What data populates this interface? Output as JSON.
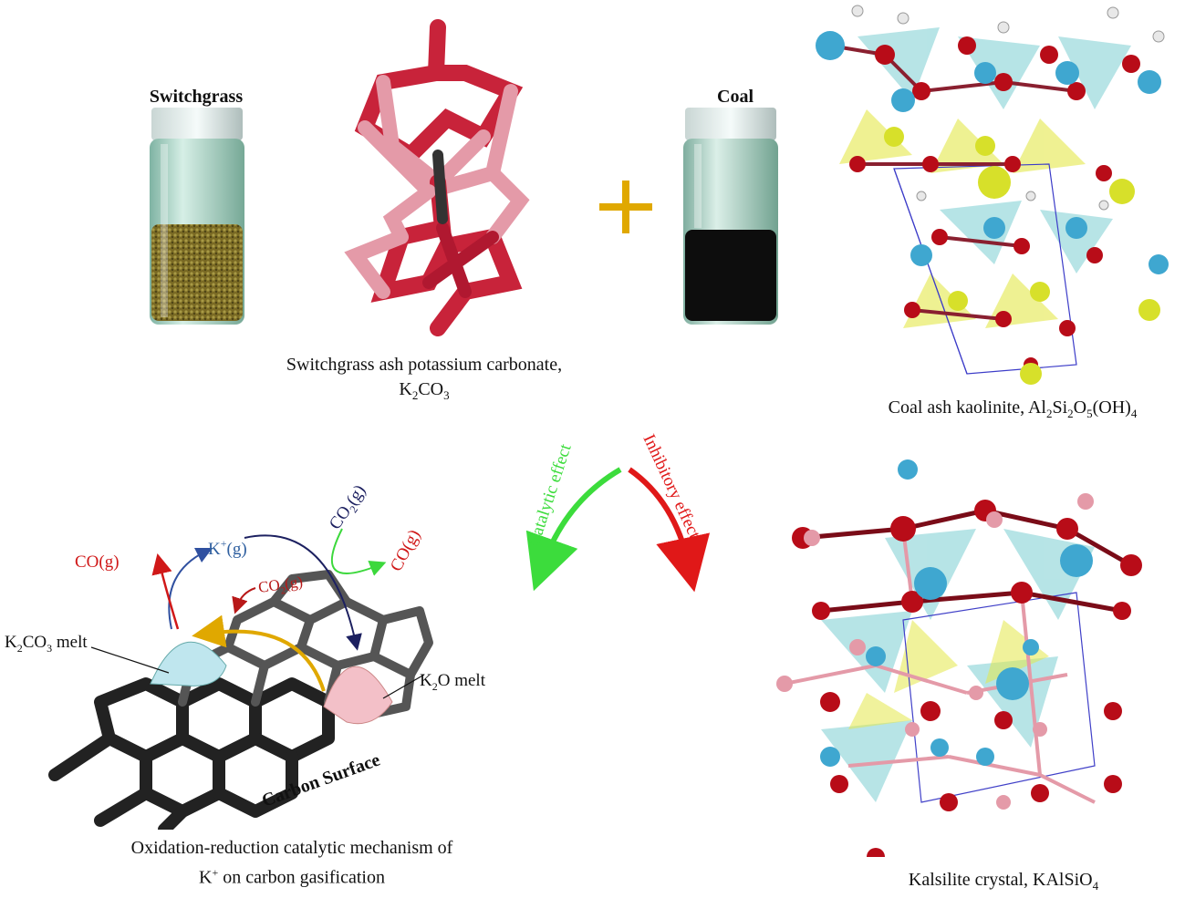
{
  "vials": {
    "switchgrass": {
      "label": "Switchgrass",
      "fill_color": "#8a7a2a"
    },
    "coal": {
      "label": "Coal",
      "fill_color": "#0d0d0d"
    }
  },
  "plus_color": "#e0a800",
  "captions": {
    "k2co3": {
      "line1": "Switchgrass ash potassium carbonate,",
      "line2_main": "K",
      "line2_sub1": "2",
      "line2_mid": "CO",
      "line2_sub2": "3"
    },
    "kaolinite": {
      "main": "Coal ash kaolinite, Al",
      "s1": "2",
      "m1": "Si",
      "s2": "2",
      "m2": "O",
      "s3": "5",
      "m3": "(OH)",
      "s4": "4"
    },
    "kalsilite": {
      "main": "Kalsilite crystal, KAlSiO",
      "s1": "4"
    },
    "mechanism": {
      "line1": "Oxidation-reduction catalytic mechanism of",
      "line2_a": "K",
      "line2_sup": "+",
      "line2_b": " on carbon gasification"
    }
  },
  "effects": {
    "catalytic": {
      "label": "Catalytic effect",
      "color": "#3cdc3c"
    },
    "inhibitory": {
      "label": "Inhibitory effect",
      "color": "#e01818"
    }
  },
  "mechanism_labels": {
    "co_left": "CO(g)",
    "k_plus": "K",
    "k_plus_sup": "+",
    "k_plus_rest": "(g)",
    "co2_top_a": "CO",
    "co2_top_sub": "2",
    "co2_top_b": "(g)",
    "co_right": "CO(g)",
    "co2_mid_a": "CO",
    "co2_mid_sub": "2",
    "co2_mid_b": "(g)",
    "k2co3_melt_a": "K",
    "k2co3_melt_sub": "2",
    "k2co3_melt_b": "CO",
    "k2co3_melt_sub2": "3",
    "k2co3_melt_c": " melt",
    "k2o_melt_a": "K",
    "k2o_melt_sub": "2",
    "k2o_melt_b": "O melt",
    "surface": "Carbon Surface"
  }
}
